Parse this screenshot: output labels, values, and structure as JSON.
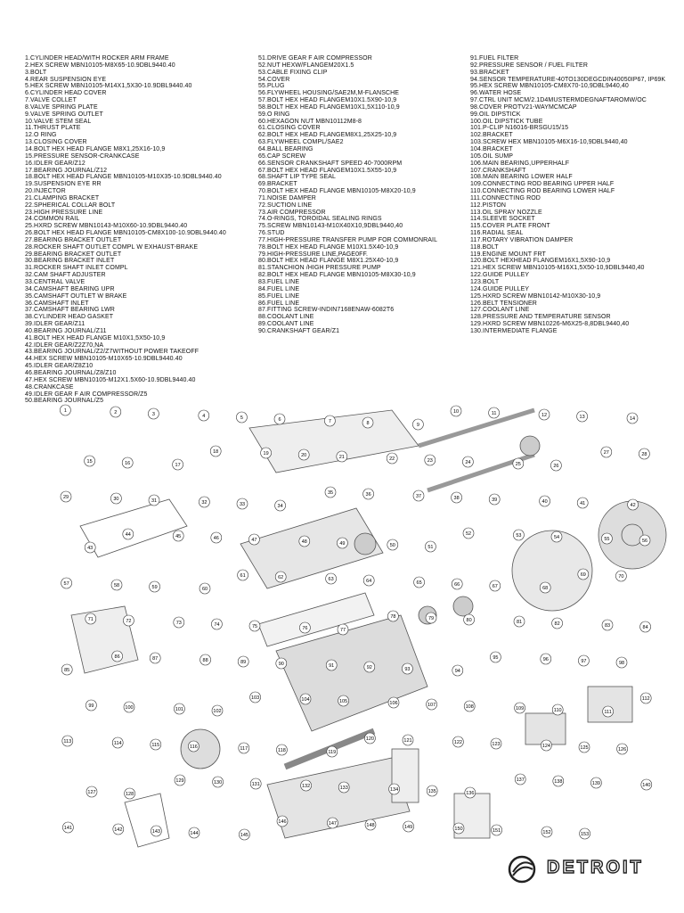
{
  "brand": {
    "name": "DETROIT"
  },
  "parts_list": {
    "column_1": [
      {
        "n": "1",
        "d": "CYLINDER HEAD/WITH ROCKER ARM FRAME"
      },
      {
        "n": "2",
        "d": "HEX SCREW MBN10105-M8X65-10.9DBL9440.40"
      },
      {
        "n": "3",
        "d": "BOLT"
      },
      {
        "n": "4",
        "d": "REAR SUSPENSION EYE"
      },
      {
        "n": "5",
        "d": "HEX SCREW MBN10105-M14X1,5X30-10.9DBL9440.40"
      },
      {
        "n": "6",
        "d": "CYLINDER HEAD COVER"
      },
      {
        "n": "7",
        "d": "VALVE COLLET"
      },
      {
        "n": "8",
        "d": "VALVE SPRING PLATE"
      },
      {
        "n": "9",
        "d": "VALVE SPRING OUTLET"
      },
      {
        "n": "10",
        "d": "VALVE STEM SEAL"
      },
      {
        "n": "11",
        "d": "THRUST PLATE"
      },
      {
        "n": "12",
        "d": "O RING"
      },
      {
        "n": "13",
        "d": "CLOSING COVER"
      },
      {
        "n": "14",
        "d": "BOLT HEX HEAD FLANGE M8X1,25X16-10,9"
      },
      {
        "n": "15",
        "d": "PRESSURE SENSOR-CRANKCASE"
      },
      {
        "n": "16",
        "d": "IDLER GEAR/Z12"
      },
      {
        "n": "17",
        "d": "BEARING JOURNAL/Z12"
      },
      {
        "n": "18",
        "d": "BOLT HEX HEAD FLANGE MBN10105-M10X35-10.9DBL9440.40"
      },
      {
        "n": "19",
        "d": "SUSPENSION EYE RR"
      },
      {
        "n": "20",
        "d": "INJECTOR"
      },
      {
        "n": "21",
        "d": "CLAMPING BRACKET"
      },
      {
        "n": "22",
        "d": "SPHERICAL COLLAR BOLT"
      },
      {
        "n": "23",
        "d": "HIGH PRESSURE LINE"
      },
      {
        "n": "24",
        "d": "COMMON RAIL"
      },
      {
        "n": "25",
        "d": "HXRD SCREW MBN10143-M10X60-10.9DBL9440.40"
      },
      {
        "n": "26",
        "d": "BOLT HEX HEAD FLANGE MBN10105-CM8X100-10.9DBL9440.40"
      },
      {
        "n": "27",
        "d": "BEARING BRACKET OUTLET"
      },
      {
        "n": "28",
        "d": "ROCKER SHAFT OUTLET COMPL W EXHAUST-BRAKE"
      },
      {
        "n": "29",
        "d": "BEARING BRACKET OUTLET"
      },
      {
        "n": "30",
        "d": "BEARING BRACKET INLET"
      },
      {
        "n": "31",
        "d": "ROCKER SHAFT INLET COMPL"
      },
      {
        "n": "32",
        "d": "CAM SHAFT ADJUSTER"
      },
      {
        "n": "33",
        "d": "CENTRAL VALVE"
      },
      {
        "n": "34",
        "d": "CAMSHAFT BEARING UPR"
      },
      {
        "n": "35",
        "d": "CAMSHAFT OUTLET W BRAKE"
      },
      {
        "n": "36",
        "d": "CAMSHAFT INLET"
      },
      {
        "n": "37",
        "d": "CAMSHAFT BEARING LWR"
      },
      {
        "n": "38",
        "d": "CYLINDER HEAD GASKET"
      },
      {
        "n": "39",
        "d": "IDLER GEAR/Z11"
      },
      {
        "n": "40",
        "d": "BEARING JOURNAL/Z11"
      },
      {
        "n": "41",
        "d": "BOLT HEX HEAD FLANGE M10X1,5X50-10,9"
      },
      {
        "n": "42",
        "d": "IDLER GEAR/Z2Z70,NA"
      },
      {
        "n": "43",
        "d": "BEARING JOURNAL/Z2/Z7WITHOUT POWER TAKEOFF"
      },
      {
        "n": "44",
        "d": "HEX SCREW MBN10105-M10X65-10.9DBL9440.40"
      },
      {
        "n": "45",
        "d": "IDLER GEAR/Z8Z10"
      },
      {
        "n": "46",
        "d": "BEARING JOURNAL/Z8/Z10"
      },
      {
        "n": "47",
        "d": "HEX SCREW MBN10105-M12X1.5X60-10.9DBL9440.40"
      },
      {
        "n": "48",
        "d": "CRANKCASE"
      },
      {
        "n": "49",
        "d": "IDLER GEAR F AIR COMPRESSOR/Z5"
      },
      {
        "n": "50",
        "d": "BEARING JOURNAL/Z5"
      }
    ],
    "column_2": [
      {
        "n": "51",
        "d": "DRIVE GEAR F AIR COMPRESSOR"
      },
      {
        "n": "52",
        "d": "NUT HEXW/FLANGEM20X1.5"
      },
      {
        "n": "53",
        "d": "CABLE FIXING CLIP"
      },
      {
        "n": "54",
        "d": "COVER"
      },
      {
        "n": "55",
        "d": "PLUG"
      },
      {
        "n": "56",
        "d": "FLYWHEEL HOUSING/SAE2M,M-FLANSCHE"
      },
      {
        "n": "57",
        "d": "BOLT HEX HEAD FLANGEM10X1.5X90-10,9"
      },
      {
        "n": "58",
        "d": "BOLT HEX HEAD FLANGEM10X1,5X110-10,9"
      },
      {
        "n": "59",
        "d": "O RING"
      },
      {
        "n": "60",
        "d": "HEXAGON NUT MBN10112M8-8"
      },
      {
        "n": "61",
        "d": "CLOSING COVER"
      },
      {
        "n": "62",
        "d": "BOLT HEX HEAD FLANGEM8X1,25X25-10,9"
      },
      {
        "n": "63",
        "d": "FLYWHEEL COMPL/SAE2"
      },
      {
        "n": "64",
        "d": "BALL BEARING"
      },
      {
        "n": "65",
        "d": "CAP SCREW"
      },
      {
        "n": "66",
        "d": "SENSOR CRANKSHAFT SPEED 40-7000RPM"
      },
      {
        "n": "67",
        "d": "BOLT HEX HEAD FLANGEM10X1.5X55-10,9"
      },
      {
        "n": "68",
        "d": "SHAFT LIP TYPE SEAL"
      },
      {
        "n": "69",
        "d": "BRACKET"
      },
      {
        "n": "70",
        "d": "BOLT HEX HEAD FLANGE MBN10105-M8X20-10,9"
      },
      {
        "n": "71",
        "d": "NOISE DAMPER"
      },
      {
        "n": "72",
        "d": "SUCTION LINE"
      },
      {
        "n": "73",
        "d": "AIR COMPRESSOR"
      },
      {
        "n": "74",
        "d": "O-RINGS, TOROIDAL SEALING RINGS"
      },
      {
        "n": "75",
        "d": "SCREW MBN10143-M10X40X10,9DBL9440,40"
      },
      {
        "n": "76",
        "d": "STUD"
      },
      {
        "n": "77",
        "d": "HIGH-PRESSURE TRANSFER PUMP FOR COMMONRAIL"
      },
      {
        "n": "78",
        "d": "BOLT HEX HEAD FLANGE M10X1.5X40-10,9"
      },
      {
        "n": "79",
        "d": "HIGH-PRESSURE LINE,PAGE0FF."
      },
      {
        "n": "80",
        "d": "BOLT HEX HEAD FLANGE M8X1.25X40-10,9"
      },
      {
        "n": "81",
        "d": "STANCHION /HIGH PRESSURE PUMP"
      },
      {
        "n": "82",
        "d": "BOLT HEX HEAD FLANGE MBN10105-M8X30-10,9"
      },
      {
        "n": "83",
        "d": "FUEL LINE"
      },
      {
        "n": "84",
        "d": "FUEL LINE"
      },
      {
        "n": "85",
        "d": "FUEL LINE"
      },
      {
        "n": "86",
        "d": "FUEL LINE"
      },
      {
        "n": "87",
        "d": "FITTING SCREW-INDIN7168ENAW-6082T6"
      },
      {
        "n": "88",
        "d": "COOLANT LINE"
      },
      {
        "n": "89",
        "d": "COOLANT LINE"
      },
      {
        "n": "90",
        "d": "CRANKSHAFT GEAR/Z1"
      }
    ],
    "column_3": [
      {
        "n": "91",
        "d": "FUEL FILTER"
      },
      {
        "n": "92",
        "d": "PRESSURE SENSOR / FUEL FILTER"
      },
      {
        "n": "93",
        "d": "BRACKET"
      },
      {
        "n": "94",
        "d": "SENSOR TEMPERATURE-40TO130DEGCDIN40050IP67, IP69K"
      },
      {
        "n": "95",
        "d": "HEX SCREW MBN10105-CM8X70-10,9DBL9440,40"
      },
      {
        "n": "96",
        "d": "WATER HOSE"
      },
      {
        "n": "97",
        "d": "CTRL UNIT MCM/2.1D4MUSTERMDEGNAFTAROMW/OC"
      },
      {
        "n": "98",
        "d": "COVER PROTV21-WAYMCMCAP"
      },
      {
        "n": "99",
        "d": "OIL DIPSTICK"
      },
      {
        "n": "100",
        "d": "OIL DIPSTICK TUBE"
      },
      {
        "n": "101",
        "d": "P-CLIP N16016-BRSGU15/15"
      },
      {
        "n": "102",
        "d": "BRACKET"
      },
      {
        "n": "103",
        "d": "SCREW HEX MBN10105-M6X16-10,9DBL9440,40"
      },
      {
        "n": "104",
        "d": "BRACKET"
      },
      {
        "n": "105",
        "d": "OIL SUMP"
      },
      {
        "n": "106",
        "d": "MAIN BEARING,UPPERHALF"
      },
      {
        "n": "107",
        "d": "CRANKSHAFT"
      },
      {
        "n": "108",
        "d": "MAIN BEARING LOWER HALF"
      },
      {
        "n": "109",
        "d": "CONNECTING ROD BEARING UPPER HALF"
      },
      {
        "n": "110",
        "d": "CONNECTING ROD BEARING LOWER HALF"
      },
      {
        "n": "111",
        "d": "CONNECTING ROD"
      },
      {
        "n": "112",
        "d": "PISTON"
      },
      {
        "n": "113",
        "d": "OIL SPRAY NOZZLE"
      },
      {
        "n": "114",
        "d": "SLEEVE SOCKET"
      },
      {
        "n": "115",
        "d": "COVER PLATE FRONT"
      },
      {
        "n": "116",
        "d": "RADIAL SEAL"
      },
      {
        "n": "117",
        "d": "ROTARY VIBRATION DAMPER"
      },
      {
        "n": "118",
        "d": "BOLT"
      },
      {
        "n": "119",
        "d": "ENGINE MOUNT FRT"
      },
      {
        "n": "120",
        "d": "BOLT HEXHEAD FLANGEM16X1,5X90-10,9"
      },
      {
        "n": "121",
        "d": "HEX SCREW MBN10105-M16X1,5X50-10,9DBL9440,40"
      },
      {
        "n": "122",
        "d": "GUIDE PULLEY"
      },
      {
        "n": "123",
        "d": "BOLT"
      },
      {
        "n": "124",
        "d": "GUIDE PULLEY"
      },
      {
        "n": "125",
        "d": "HXRD SCREW MBN10142-M10X30-10,9"
      },
      {
        "n": "126",
        "d": "BELT TENSIONER"
      },
      {
        "n": "127",
        "d": "COOLANT LINE"
      },
      {
        "n": "128",
        "d": "PRESSURE AND TEMPERATURE SENSOR"
      },
      {
        "n": "129",
        "d": "HXRD SCREW MBN10226-M6X25-8,8DBL9440,40"
      },
      {
        "n": "130",
        "d": "INTERMEDIATE FLANGE"
      }
    ]
  },
  "callouts": [
    {
      "label": "1"
    },
    {
      "label": "2"
    },
    {
      "label": "3"
    },
    {
      "label": "4"
    },
    {
      "label": "5"
    },
    {
      "label": "6"
    },
    {
      "label": "7"
    },
    {
      "label": "8"
    },
    {
      "label": "9"
    },
    {
      "label": "10"
    },
    {
      "label": "11"
    },
    {
      "label": "12"
    },
    {
      "label": "13"
    },
    {
      "label": "14"
    },
    {
      "label": "15"
    },
    {
      "label": "16"
    },
    {
      "label": "17"
    },
    {
      "label": "18"
    },
    {
      "label": "19"
    },
    {
      "label": "20"
    },
    {
      "label": "21"
    },
    {
      "label": "22"
    },
    {
      "label": "23"
    },
    {
      "label": "24"
    },
    {
      "label": "25"
    },
    {
      "label": "26"
    },
    {
      "label": "27"
    },
    {
      "label": "28"
    },
    {
      "label": "29"
    },
    {
      "label": "30"
    },
    {
      "label": "31"
    },
    {
      "label": "32"
    },
    {
      "label": "33"
    },
    {
      "label": "34"
    },
    {
      "label": "35"
    },
    {
      "label": "36"
    },
    {
      "label": "37"
    },
    {
      "label": "38"
    },
    {
      "label": "39"
    },
    {
      "label": "40"
    },
    {
      "label": "41"
    },
    {
      "label": "42"
    },
    {
      "label": "43"
    },
    {
      "label": "44"
    },
    {
      "label": "45"
    },
    {
      "label": "46"
    },
    {
      "label": "47"
    },
    {
      "label": "48"
    },
    {
      "label": "49"
    },
    {
      "label": "50"
    },
    {
      "label": "51"
    },
    {
      "label": "52"
    },
    {
      "label": "53"
    },
    {
      "label": "54"
    },
    {
      "label": "55"
    },
    {
      "label": "56"
    },
    {
      "label": "57"
    },
    {
      "label": "58"
    },
    {
      "label": "59"
    },
    {
      "label": "60"
    },
    {
      "label": "61"
    },
    {
      "label": "62"
    },
    {
      "label": "63"
    },
    {
      "label": "64"
    },
    {
      "label": "65"
    },
    {
      "label": "66"
    },
    {
      "label": "67"
    },
    {
      "label": "68"
    },
    {
      "label": "69"
    },
    {
      "label": "70"
    },
    {
      "label": "71"
    },
    {
      "label": "72"
    },
    {
      "label": "73"
    },
    {
      "label": "74"
    },
    {
      "label": "75"
    },
    {
      "label": "76"
    },
    {
      "label": "77"
    },
    {
      "label": "78"
    },
    {
      "label": "79"
    },
    {
      "label": "80"
    },
    {
      "label": "81"
    },
    {
      "label": "82"
    },
    {
      "label": "83"
    },
    {
      "label": "84"
    },
    {
      "label": "85"
    },
    {
      "label": "86"
    },
    {
      "label": "87"
    },
    {
      "label": "88"
    },
    {
      "label": "89"
    },
    {
      "label": "90"
    },
    {
      "label": "91"
    },
    {
      "label": "92"
    },
    {
      "label": "93"
    },
    {
      "label": "94"
    },
    {
      "label": "95"
    },
    {
      "label": "96"
    },
    {
      "label": "97"
    },
    {
      "label": "98"
    },
    {
      "label": "99"
    },
    {
      "label": "100"
    },
    {
      "label": "101"
    },
    {
      "label": "102"
    },
    {
      "label": "103"
    },
    {
      "label": "104"
    },
    {
      "label": "105"
    },
    {
      "label": "106"
    },
    {
      "label": "107"
    },
    {
      "label": "108"
    },
    {
      "label": "109"
    },
    {
      "label": "110"
    },
    {
      "label": "111"
    },
    {
      "label": "112"
    },
    {
      "label": "113"
    },
    {
      "label": "114"
    },
    {
      "label": "115"
    },
    {
      "label": "116"
    },
    {
      "label": "117"
    },
    {
      "label": "118"
    },
    {
      "label": "119"
    },
    {
      "label": "120"
    },
    {
      "label": "121"
    },
    {
      "label": "122"
    },
    {
      "label": "123"
    },
    {
      "label": "124"
    },
    {
      "label": "125"
    },
    {
      "label": "126"
    },
    {
      "label": "127"
    },
    {
      "label": "128"
    },
    {
      "label": "129"
    },
    {
      "label": "130"
    },
    {
      "label": "131"
    },
    {
      "label": "132"
    },
    {
      "label": "133"
    },
    {
      "label": "134"
    },
    {
      "label": "135"
    },
    {
      "label": "136"
    },
    {
      "label": "137"
    },
    {
      "label": "138"
    },
    {
      "label": "139"
    },
    {
      "label": "140"
    },
    {
      "label": "141"
    },
    {
      "label": "142"
    },
    {
      "label": "143"
    },
    {
      "label": "144"
    },
    {
      "label": "145"
    },
    {
      "label": "146"
    },
    {
      "label": "147"
    },
    {
      "label": "148"
    },
    {
      "label": "149"
    },
    {
      "label": "150"
    },
    {
      "label": "151"
    },
    {
      "label": "152"
    },
    {
      "label": "153"
    }
  ]
}
